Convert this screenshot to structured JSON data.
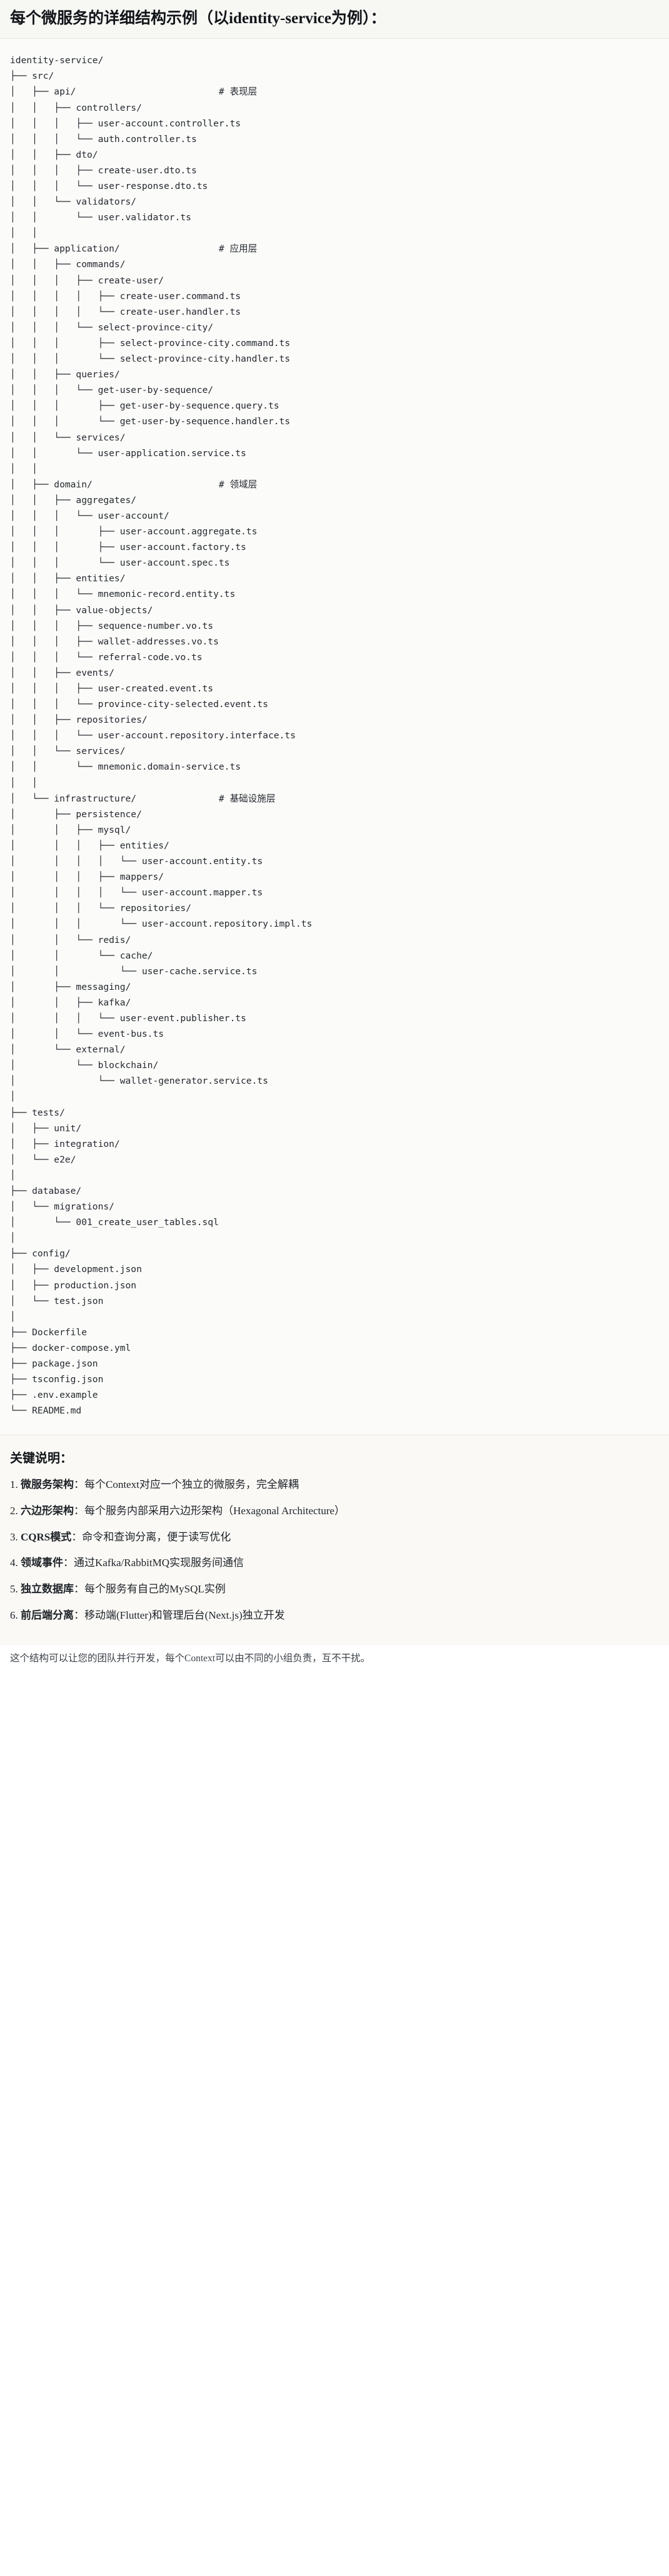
{
  "title": "每个微服务的详细结构示例（以identity-service为例）：",
  "tree": {
    "lines": [
      "identity-service/",
      "├── src/",
      "│   ├── api/                          # 表现层",
      "│   │   ├── controllers/",
      "│   │   │   ├── user-account.controller.ts",
      "│   │   │   └── auth.controller.ts",
      "│   │   ├── dto/",
      "│   │   │   ├── create-user.dto.ts",
      "│   │   │   └── user-response.dto.ts",
      "│   │   └── validators/",
      "│   │       └── user.validator.ts",
      "│   │",
      "│   ├── application/                  # 应用层",
      "│   │   ├── commands/",
      "│   │   │   ├── create-user/",
      "│   │   │   │   ├── create-user.command.ts",
      "│   │   │   │   └── create-user.handler.ts",
      "│   │   │   └── select-province-city/",
      "│   │   │       ├── select-province-city.command.ts",
      "│   │   │       └── select-province-city.handler.ts",
      "│   │   ├── queries/",
      "│   │   │   └── get-user-by-sequence/",
      "│   │   │       ├── get-user-by-sequence.query.ts",
      "│   │   │       └── get-user-by-sequence.handler.ts",
      "│   │   └── services/",
      "│   │       └── user-application.service.ts",
      "│   │",
      "│   ├── domain/                       # 领域层",
      "│   │   ├── aggregates/",
      "│   │   │   └── user-account/",
      "│   │   │       ├── user-account.aggregate.ts",
      "│   │   │       ├── user-account.factory.ts",
      "│   │   │       └── user-account.spec.ts",
      "│   │   ├── entities/",
      "│   │   │   └── mnemonic-record.entity.ts",
      "│   │   ├── value-objects/",
      "│   │   │   ├── sequence-number.vo.ts",
      "│   │   │   ├── wallet-addresses.vo.ts",
      "│   │   │   └── referral-code.vo.ts",
      "│   │   ├── events/",
      "│   │   │   ├── user-created.event.ts",
      "│   │   │   └── province-city-selected.event.ts",
      "│   │   ├── repositories/",
      "│   │   │   └── user-account.repository.interface.ts",
      "│   │   └── services/",
      "│   │       └── mnemonic.domain-service.ts",
      "│   │",
      "│   └── infrastructure/               # 基础设施层",
      "│       ├── persistence/",
      "│       │   ├── mysql/",
      "│       │   │   ├── entities/",
      "│       │   │   │   └── user-account.entity.ts",
      "│       │   │   ├── mappers/",
      "│       │   │   │   └── user-account.mapper.ts",
      "│       │   │   └── repositories/",
      "│       │   │       └── user-account.repository.impl.ts",
      "│       │   └── redis/",
      "│       │       └── cache/",
      "│       │           └── user-cache.service.ts",
      "│       ├── messaging/",
      "│       │   ├── kafka/",
      "│       │   │   └── user-event.publisher.ts",
      "│       │   └── event-bus.ts",
      "│       └── external/",
      "│           └── blockchain/",
      "│               └── wallet-generator.service.ts",
      "│",
      "├── tests/",
      "│   ├── unit/",
      "│   ├── integration/",
      "│   └── e2e/",
      "│",
      "├── database/",
      "│   └── migrations/",
      "│       └── 001_create_user_tables.sql",
      "│",
      "├── config/",
      "│   ├── development.json",
      "│   ├── production.json",
      "│   └── test.json",
      "│",
      "├── Dockerfile",
      "├── docker-compose.yml",
      "├── package.json",
      "├── tsconfig.json",
      "├── .env.example",
      "└── README.md"
    ]
  },
  "notes": {
    "heading": "关键说明：",
    "items": [
      {
        "num": "1.",
        "term": "微服务架构",
        "body": "：每个Context对应一个独立的微服务，完全解耦"
      },
      {
        "num": "2.",
        "term": "六边形架构",
        "body": "：每个服务内部采用六边形架构（Hexagonal Architecture）"
      },
      {
        "num": "3.",
        "term": "CQRS模式",
        "body": "：命令和查询分离，便于读写优化"
      },
      {
        "num": "4.",
        "term": "领域事件",
        "body": "：通过Kafka/RabbitMQ实现服务间通信"
      },
      {
        "num": "5.",
        "term": "独立数据库",
        "body": "：每个服务有自己的MySQL实例"
      },
      {
        "num": "6.",
        "term": "前后端分离",
        "body": "：移动端(Flutter)和管理后台(Next.js)独立开发"
      }
    ]
  },
  "footer": {
    "text": "这个结构可以让您的团队并行开发，每个Context可以由不同的小组负责，互不干扰。"
  }
}
